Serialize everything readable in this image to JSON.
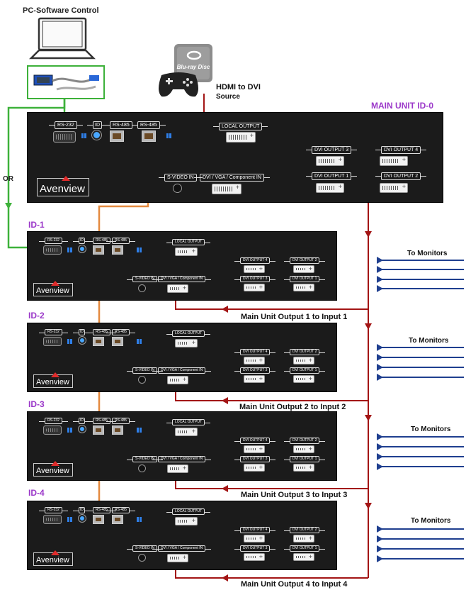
{
  "pc": {
    "label": "PC-Software Control"
  },
  "source": {
    "disc_brand": "Blu-ray Disc",
    "label_line1": "HDMI to DVI",
    "label_line2": "Source"
  },
  "or_label": "OR",
  "main_unit": {
    "title": "MAIN UNIT ID-0",
    "ports": {
      "rs232": "RS-232",
      "id": "ID",
      "rs485a": "RS-485",
      "rs485b": "RS-485",
      "local_output": "LOCAL OUTPUT",
      "svideo_in": "S-VIDEO IN",
      "component_in": "DVI / VGA / Component IN",
      "dvi_out_3": "DVI OUTPUT 3",
      "dvi_out_4": "DVI OUTPUT 4",
      "dvi_out_1": "DVI OUTPUT 1",
      "dvi_out_2": "DVI OUTPUT 2"
    },
    "brand": "Avenview"
  },
  "slave_ports": {
    "rs232": "RS-232",
    "id": "ID",
    "rs485a": "RS-485",
    "rs485b": "RS-485",
    "local_output": "LOCAL OUTPUT",
    "svideo_in": "S-VIDEO IN",
    "component_in": "DVI / VGA / Component IN",
    "dvi_out_4": "DVI OUTPUT 4",
    "dvi_out_2": "DVI OUTPUT 2",
    "dvi_out_3": "DVI OUTPUT 3",
    "dvi_out_1": "DVI OUTPUT 1",
    "brand": "Avenview"
  },
  "slaves": [
    {
      "id_label": "ID-1",
      "monitors_label": "To Monitors",
      "output_label": "Main Unit Output 1 to Input 1"
    },
    {
      "id_label": "ID-2",
      "monitors_label": "To Monitors",
      "output_label": "Main Unit Output 2 to Input 2"
    },
    {
      "id_label": "ID-3",
      "monitors_label": "To Monitors",
      "output_label": "Main Unit Output 3 to Input 3"
    },
    {
      "id_label": "ID-4",
      "monitors_label": "To Monitors",
      "output_label": "Main Unit Output 4 to Input 4"
    }
  ],
  "colors": {
    "green": "#3db13a",
    "orange": "#e48a3f",
    "dark_red": "#a31515",
    "purple": "#9b38c9",
    "navy": "#1f3f8f",
    "panel": "#1b1b1b"
  }
}
